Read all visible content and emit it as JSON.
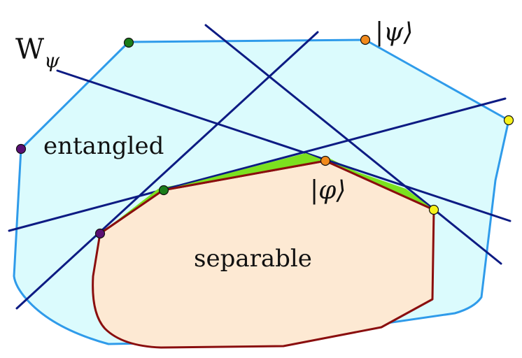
{
  "labels": {
    "witness_letter": "W",
    "witness_subscript": "ψ",
    "entangled": "entangled",
    "separable": "separable",
    "psi_ket": "|ψ⟩",
    "phi_ket": "|φ⟩"
  },
  "colors": {
    "outer_fill": "#dbfbfd",
    "outer_stroke": "#2f9bea",
    "inner_fill": "#fde9d3",
    "inner_stroke": "#8a0e0e",
    "gap_fill": "#7be11f",
    "lines": "#0d1b83",
    "point_green": "#1a7d1a",
    "point_orange": "#f28a1c",
    "point_purple": "#5a0f73",
    "point_yellow": "#f6f21b"
  },
  "point_categories": [
    "green",
    "orange",
    "purple",
    "yellow"
  ]
}
